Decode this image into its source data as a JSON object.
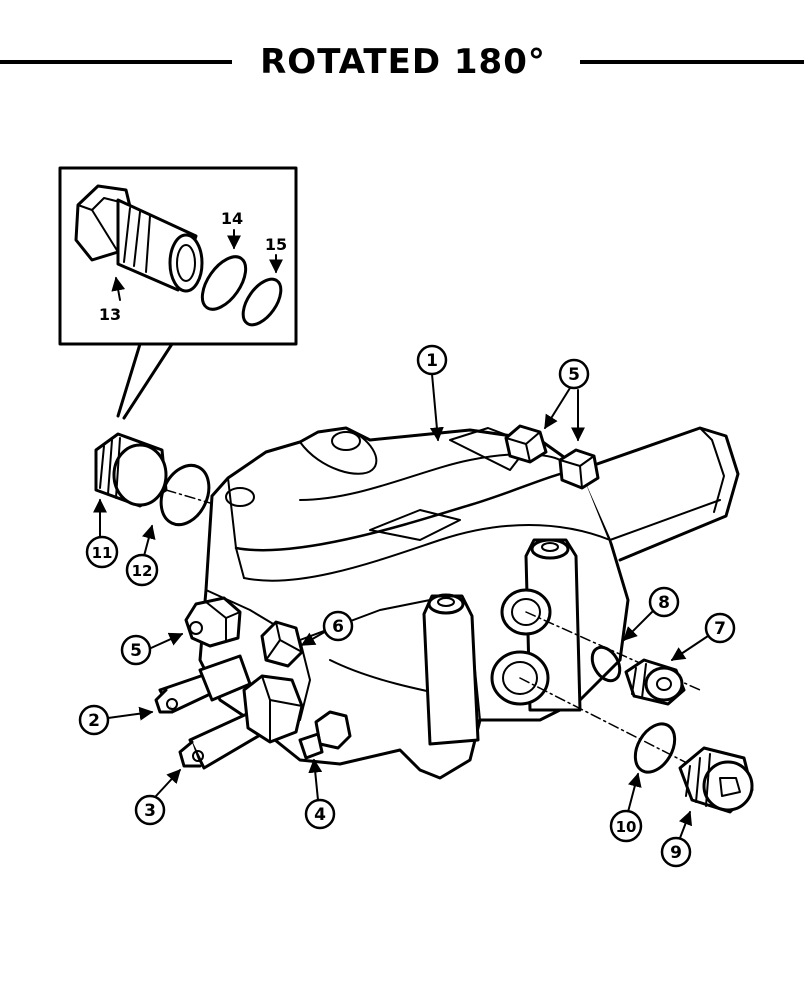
{
  "title": "ROTATED 180°",
  "callouts": {
    "c1": "1",
    "c2": "2",
    "c3": "3",
    "c4": "4",
    "c5a": "5",
    "c5b": "5",
    "c6": "6",
    "c7": "7",
    "c8": "8",
    "c9": "9",
    "c10": "10",
    "c11": "11",
    "c12": "12",
    "c13": "13",
    "c14": "14",
    "c15": "15"
  }
}
